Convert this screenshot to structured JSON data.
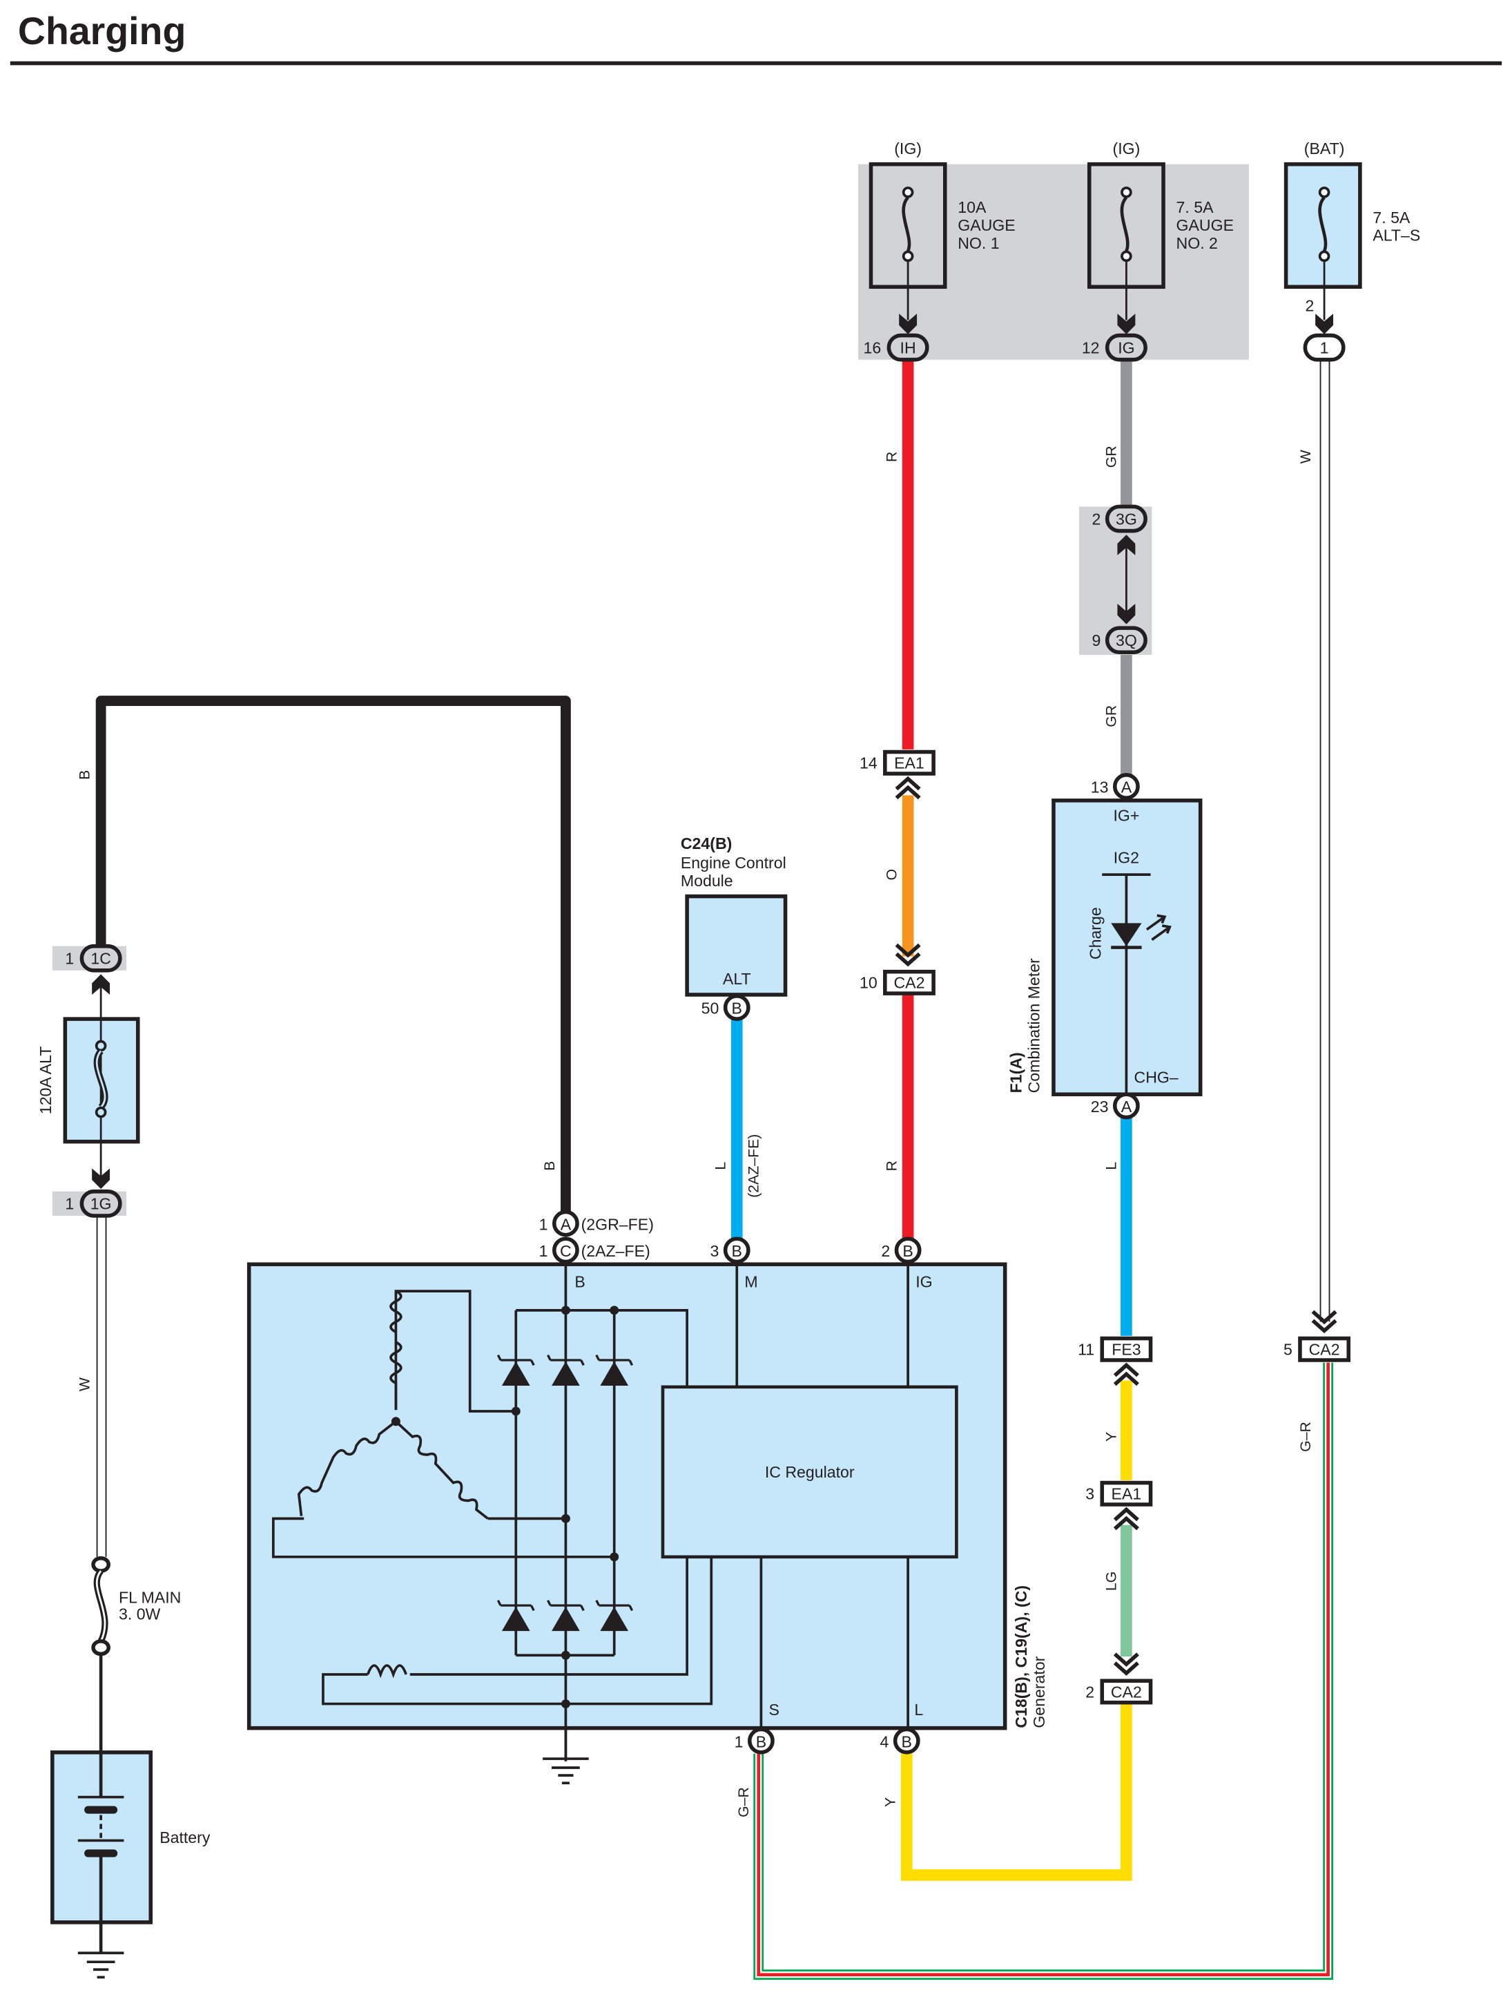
{
  "title": "Charging",
  "colors": {
    "red": "#ed1c24",
    "gray": "#939598",
    "orange": "#f7941d",
    "blue": "#00aeef",
    "yellow": "#ffdd00",
    "light_green": "#80c89c",
    "green": "#00a651",
    "black": "#231f20",
    "component_fill": "#c6e7f9",
    "junction_block_fill": "#d1d3d4"
  },
  "fuses": [
    {
      "id": "gauge1",
      "supply": "(IG)",
      "rating": "10A",
      "name_line1": "GAUGE",
      "name_line2": "NO. 1",
      "connector_pin": "16",
      "connector_code": "IH"
    },
    {
      "id": "gauge2",
      "supply": "(IG)",
      "rating": "7. 5A",
      "name_line1": "GAUGE",
      "name_line2": "NO. 2",
      "connector_pin": "12",
      "connector_code": "IG"
    },
    {
      "id": "alts",
      "supply": "(BAT)",
      "rating": "7. 5A",
      "name_line1": "ALT–S",
      "name_line2": "",
      "connector_pin": "2",
      "connector_code": "1"
    }
  ],
  "main_fuses": {
    "alt": {
      "label": "120A ALT",
      "top_pin": "1",
      "top_code": "1C",
      "bottom_pin": "1",
      "bottom_code": "1G"
    },
    "fl_main": {
      "line1": "FL MAIN",
      "line2": "3. 0W"
    }
  },
  "battery": {
    "label": "Battery"
  },
  "ecm": {
    "code": "C24(B)",
    "name_line1": "Engine Control",
    "name_line2": "Module",
    "terminal": "ALT",
    "pin": "50",
    "pin_code": "B"
  },
  "combination_meter": {
    "code": "F1(A)",
    "name": "Combination Meter",
    "top_pin": "13",
    "top_code": "A",
    "top_terminal": "IG+",
    "inner_label": "IG2",
    "lamp_label": "Charge",
    "bottom_terminal": "CHG–",
    "bottom_pin": "23",
    "bottom_code": "A"
  },
  "generator": {
    "code": "C18(B), C19(A), (C)",
    "name": "Generator",
    "regulator_label": "IC Regulator",
    "terminals": {
      "b": {
        "label": "B",
        "pins": [
          {
            "pin": "1",
            "code": "A",
            "note": "(2GR–FE)"
          },
          {
            "pin": "1",
            "code": "C",
            "note": "(2AZ–FE)"
          }
        ]
      },
      "m": {
        "label": "M",
        "pin": "3",
        "code": "B"
      },
      "ig": {
        "label": "IG",
        "pin": "2",
        "code": "B"
      },
      "s": {
        "label": "S",
        "pin": "1",
        "code": "B"
      },
      "l": {
        "label": "L",
        "pin": "4",
        "code": "B"
      }
    }
  },
  "junction_connectors": {
    "ea1_14": {
      "pin": "14",
      "code": "EA1"
    },
    "ca2_10": {
      "pin": "10",
      "code": "CA2"
    },
    "g3": {
      "pin": "2",
      "code": "3G"
    },
    "q3": {
      "pin": "9",
      "code": "3Q"
    },
    "fe3_11": {
      "pin": "11",
      "code": "FE3"
    },
    "ea1_3": {
      "pin": "3",
      "code": "EA1"
    },
    "ca2_2": {
      "pin": "2",
      "code": "CA2"
    },
    "ca2_5": {
      "pin": "5",
      "code": "CA2"
    }
  },
  "wires": {
    "b_main": "B",
    "b_gen": "B",
    "w_left": "W",
    "r_top": "R",
    "o": "O",
    "r_bottom": "R",
    "gr_top": "GR",
    "gr_bottom": "GR",
    "w_right": "W",
    "l_ecm": "L",
    "l_ecm_note": "(2AZ–FE)",
    "l_meter": "L",
    "y_top": "Y",
    "lg": "LG",
    "gr_right": "G–R",
    "y_bottom": "Y",
    "gr_bottom_left": "G–R"
  }
}
